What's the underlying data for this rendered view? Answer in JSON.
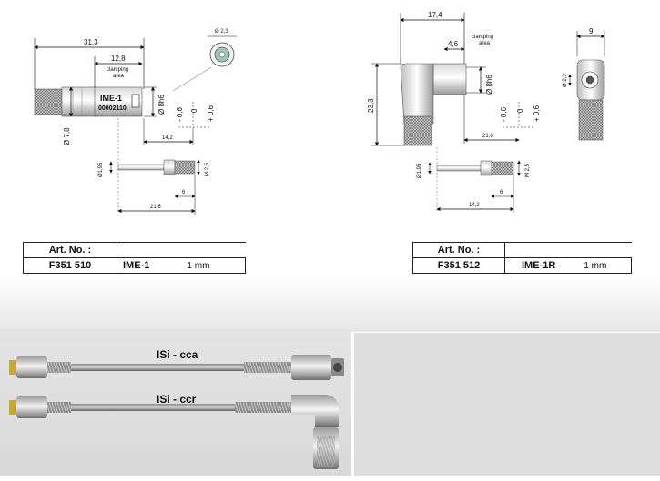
{
  "left_drawing": {
    "dims": {
      "total_length": "31,3",
      "clamp_length": "12,8",
      "clamping_label_1": "clamping",
      "clamping_label_2": "area",
      "body_label_1": "IME-1",
      "body_label_2": "00002110",
      "diam_right": "Ø 8h6",
      "diam_left": "Ø 7,8",
      "end_diam": "Ø 2,3",
      "tol_minus": "- 0,6",
      "tol_zero": "0",
      "tol_plus": "+ 0,6",
      "dim_14_2": "14,2",
      "pin_diam": "Ø1,95",
      "thread": "M 2,5",
      "dim_6": "6",
      "dim_21_6": "21,6"
    }
  },
  "right_drawing": {
    "dims": {
      "total_width": "17,4",
      "dim_4_6": "4,6",
      "clamping_label_1": "clamping",
      "clamping_label_2": "area",
      "diam_right": "Ø 8h6",
      "height": "23,3",
      "tol_minus": "- 0,6",
      "tol_zero": "0",
      "tol_plus": "+ 0,6",
      "dim_21_6": "21,6",
      "pin_diam": "Ø1,95",
      "thread": "M 2,5",
      "dim_6": "6",
      "dim_14_2": "14,2",
      "side_width": "9",
      "side_diam": "Ø 2,3"
    }
  },
  "table_left": {
    "header": "Art. No. :",
    "code": "F351 510",
    "model": "IME-1",
    "unit": "1 mm"
  },
  "table_right": {
    "header": "Art. No. :",
    "code": "F351 512",
    "model": "IME-1R",
    "unit": "1 mm"
  },
  "photo": {
    "label_top": "ISi - cca",
    "label_bottom": "ISi - ccr"
  }
}
